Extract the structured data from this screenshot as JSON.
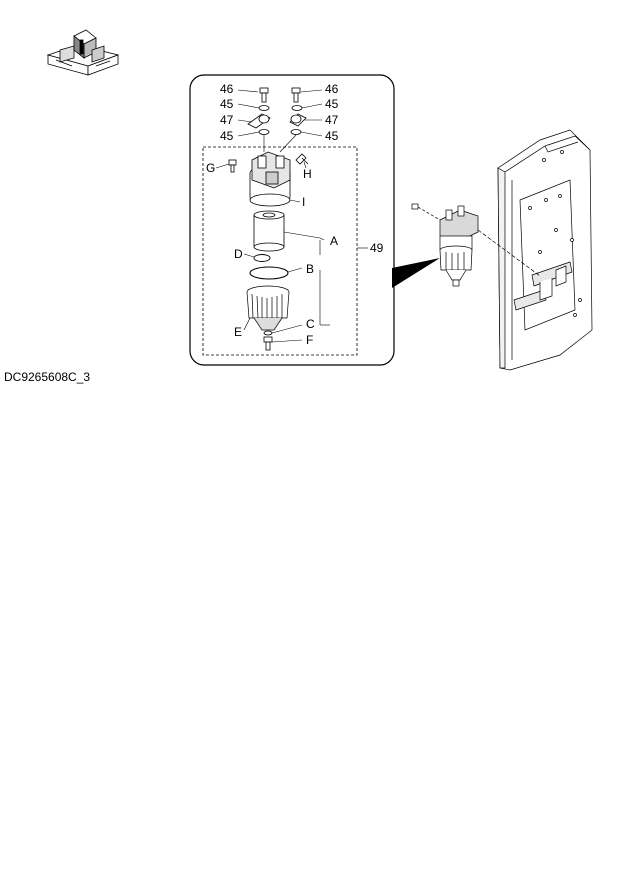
{
  "drawing_code": "DC9265608C_3",
  "callouts": {
    "c46a": "46",
    "c46b": "46",
    "c45a": "45",
    "c45b": "45",
    "c45c": "45",
    "c45d": "45",
    "c47a": "47",
    "c47b": "47",
    "cG": "G",
    "cH": "H",
    "cI": "I",
    "cA": "A",
    "cD": "D",
    "cB": "B",
    "cE": "E",
    "cC": "C",
    "cF": "F",
    "c49": "49"
  }
}
